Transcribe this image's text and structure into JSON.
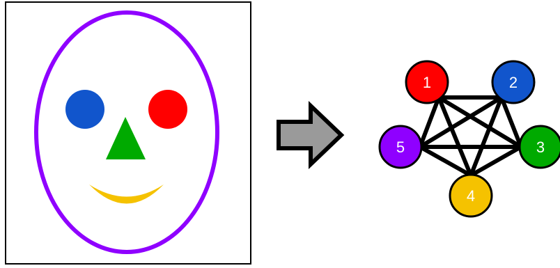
{
  "colors": {
    "frame": "#000000",
    "face_outline": "#8f00ff",
    "eye_left": "#1155cc",
    "eye_right": "#ff0000",
    "nose": "#00aa00",
    "mouth": "#f5c200",
    "arrow_fill": "#9a9a9a",
    "arrow_stroke": "#000000",
    "edges": "#000000"
  },
  "graph": {
    "nodes": [
      {
        "id": "1",
        "label": "1",
        "color": "#ff0000",
        "text_color": "#ffffff"
      },
      {
        "id": "2",
        "label": "2",
        "color": "#1155cc",
        "text_color": "#ffffff"
      },
      {
        "id": "3",
        "label": "3",
        "color": "#00aa00",
        "text_color": "#ffffff"
      },
      {
        "id": "4",
        "label": "4",
        "color": "#f5c200",
        "text_color": "#111111"
      },
      {
        "id": "5",
        "label": "5",
        "color": "#8f00ff",
        "text_color": "#ffffff"
      }
    ],
    "edges": [
      [
        "1",
        "2"
      ],
      [
        "1",
        "3"
      ],
      [
        "1",
        "4"
      ],
      [
        "1",
        "5"
      ],
      [
        "2",
        "3"
      ],
      [
        "2",
        "4"
      ],
      [
        "2",
        "5"
      ],
      [
        "3",
        "4"
      ],
      [
        "3",
        "5"
      ],
      [
        "4",
        "5"
      ]
    ]
  }
}
